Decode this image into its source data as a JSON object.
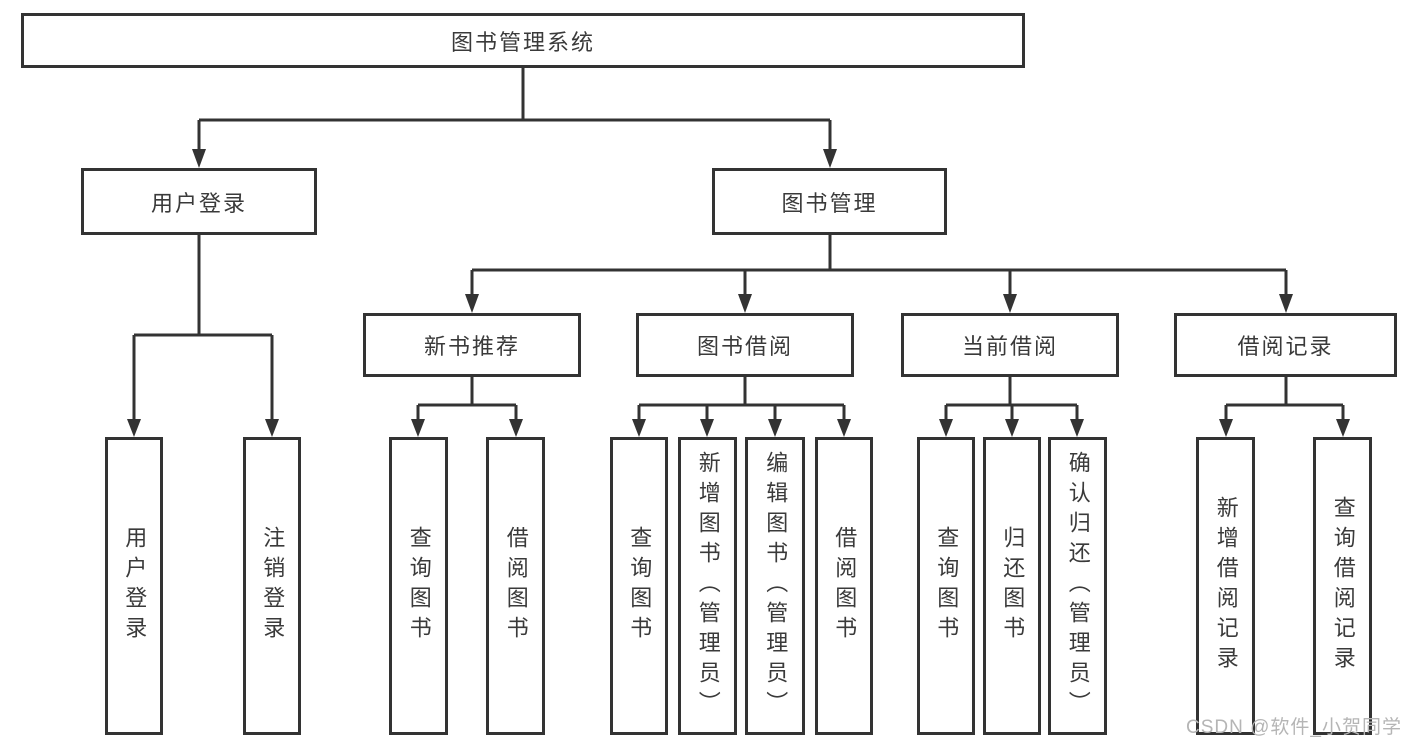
{
  "nodes": {
    "root": "图书管理系统",
    "user_login": "用户登录",
    "book_management": "图书管理",
    "new_book_recommend": "新书推荐",
    "book_borrow": "图书借阅",
    "current_borrow": "当前借阅",
    "borrow_records": "借阅记录",
    "leaves": {
      "user_login": [
        "用户登录",
        "注销登录"
      ],
      "new_book_recommend": [
        "查询图书",
        "借阅图书"
      ],
      "book_borrow": [
        "查询图书",
        "新增图书（管理员）",
        "编辑图书（管理员）",
        "借阅图书"
      ],
      "current_borrow": [
        "查询图书",
        "归还图书",
        "确认归还（管理员）"
      ],
      "borrow_records": [
        "新增借阅记录",
        "查询借阅记录"
      ]
    }
  },
  "watermark": "CSDN @软件_小贺同学",
  "colors": {
    "line": "#333333",
    "text": "#3a3a3a",
    "watermark": "#b5b5b5",
    "background": "#ffffff"
  }
}
